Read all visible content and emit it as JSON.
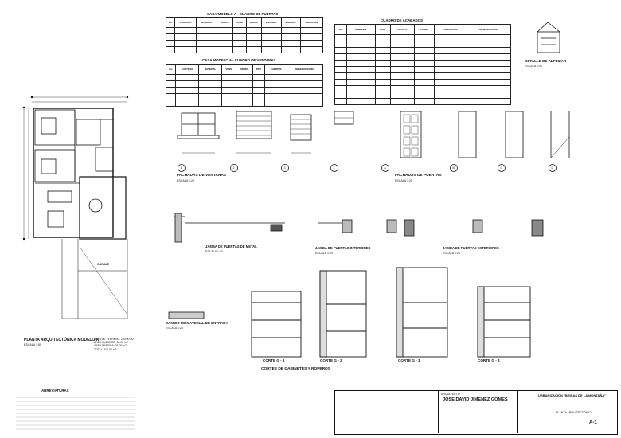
{
  "tables": {
    "puertas": {
      "title": "CASA MODELO A  -  CUADRO DE PUERTAS",
      "headers": [
        "No.",
        "CANTIDAD",
        "MATERIAL",
        "MARCO",
        "VANO",
        "HOJAS",
        "ESPESOR",
        "BISAGRA",
        "UBICACIÓN"
      ]
    },
    "ventanas": {
      "title": "CASA MODELO A  -  CUADRO DE VENTANAS",
      "headers": [
        "No.",
        "CANTIDAD",
        "MATERIAL",
        "VANO",
        "VIDRIO",
        "TIPO",
        "CUERPOS",
        "OBSERVACIONES"
      ]
    },
    "acabados": {
      "title": "CUADRO DE ACABADOS",
      "headers": [
        "No.",
        "AMBIENTE",
        "PISO",
        "ZÓCALO",
        "PARED",
        "CIELO RASO",
        "OBSERVACIONES"
      ]
    }
  },
  "sections": {
    "plan_title": "PLANTA ARQUITECTÓNICA MODELO A",
    "plan_scale": "ESCALA 1:50",
    "plan_areas": [
      "ÁREA DE TERRENO: 200.00 m2",
      "ÁREA CUBIERTA: 80.00 m2",
      "ÁREA AÑADIDA: 26.00 m2",
      "TOTAL: 101.00 m2"
    ],
    "garage": "GARAJE",
    "fachadas_ventanas": "FACHADAS DE VENTANAS",
    "fachadas_puertas": "FACHADAS DE PUERTAS",
    "detalle_alfeizar": "DETALLE DE ALFEIZAR",
    "jamba_metal": "JAMBA DE PUERTAS DE METAL",
    "jamba_interiores": "JAMBA DE PUERTAS INTERIORES",
    "jamba_exteriores": "JAMBA DE PUERTAS EXTERIORES",
    "cambio_material": "CAMBIO DE MATERIAL DE ENTRADA",
    "cortes_gabinetes": "CORTES DE GABINETES Y ROPEROS",
    "corte_g1": "CORTE  G - 1",
    "corte_g2": "CORTE  G - 2",
    "corte_g3": "CORTE  G - 3",
    "corte_g4": "CORTE  G - 4",
    "escala": "ESCALA 1:20",
    "escala_10": "ESCALA 1:10",
    "window_nums": [
      "1",
      "2",
      "3",
      "4"
    ],
    "door_letters": [
      "A",
      "B",
      "C",
      "D"
    ],
    "abreviaturas": "ABREVIATURAS"
  },
  "title_block": {
    "urbanizacion": "URBANIZACIÓN \"BRISAS DE LA MONTAÑA\"",
    "architect_label": "ARQUITECTO:",
    "architect": "JOSÉ DAVID JIMÉNEZ GOMES",
    "content": "PLANTA ARQUITECTÓNICA",
    "sheet": "A-1"
  }
}
